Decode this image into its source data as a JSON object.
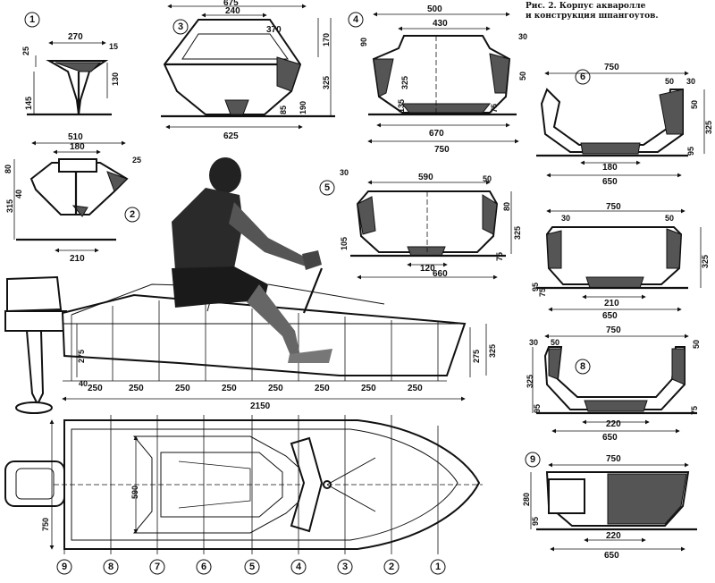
{
  "caption": {
    "line1": "Рис. 2. Корпус акваролле",
    "line2": "и конструкция шпангоутов."
  },
  "frame_numbers": [
    "1",
    "2",
    "3",
    "4",
    "5",
    "6",
    "7",
    "8",
    "9"
  ],
  "frame1": {
    "d270": "270",
    "d15": "15",
    "d25": "25",
    "d130": "130",
    "d145": "145"
  },
  "frame2": {
    "d510": "510",
    "d180": "180",
    "d25": "25",
    "d80": "80",
    "d40": "40",
    "d315": "315",
    "d210": "210"
  },
  "frame3": {
    "d675": "675",
    "d240": "240",
    "d370": "370",
    "d170": "170",
    "d325": "325",
    "d85": "85",
    "d190": "190",
    "d625": "625"
  },
  "frame4": {
    "d500": "500",
    "d430": "430",
    "d30": "30",
    "d90": "90",
    "d50": "50",
    "d325": "325",
    "d135": "135",
    "d75": "75",
    "d670": "670",
    "d750": "750"
  },
  "frame5": {
    "d590": "590",
    "d30": "30",
    "d50": "50",
    "d80": "80",
    "d325": "325",
    "d105": "105",
    "d75": "75",
    "d120": "120",
    "d660": "660"
  },
  "frame6": {
    "d750": "750",
    "d50": "50",
    "d30": "30",
    "d325": "325",
    "d95": "95",
    "d180": "180",
    "d650": "650"
  },
  "frame7": {
    "d750": "750",
    "d30": "30",
    "d50": "50",
    "d95": "95",
    "d75": "75",
    "d325": "325",
    "d210": "210",
    "d650": "650"
  },
  "frame8": {
    "d750": "750",
    "d30": "30",
    "d50": "50",
    "d325": "325",
    "d95": "95",
    "d75": "75",
    "d220": "220",
    "d650": "650"
  },
  "frame9": {
    "d750": "750",
    "d280": "280",
    "d95": "95",
    "d220": "220",
    "d650": "650"
  },
  "side_view": {
    "d275a": "275",
    "d40": "40",
    "d275b": "275",
    "d325": "325",
    "d2150": "2150",
    "spacings": [
      "250",
      "250",
      "250",
      "250",
      "250",
      "250",
      "250",
      "250"
    ]
  },
  "plan_view": {
    "d590": "590",
    "d750": "750"
  }
}
